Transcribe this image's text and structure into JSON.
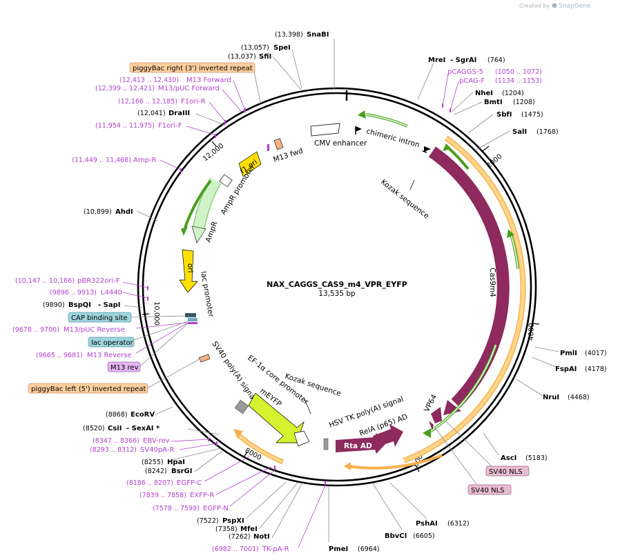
{
  "watermark": {
    "prefix": "Created by",
    "brand": "SnapGene"
  },
  "plasmid": {
    "name": "NAX_CAGGS_CAS9_m4_VPR_EYFP",
    "size": "13,535 bp"
  },
  "ticks": [
    "2000",
    "4000",
    "6000",
    "8000",
    "10,000",
    "12,000"
  ],
  "sites": {
    "snabi": {
      "pos": "(13,398)",
      "name": "SnaBI"
    },
    "spei": {
      "pos": "(13,057)",
      "name": "SpeI"
    },
    "sfii": {
      "pos": "(13,037)",
      "name": "SfiI"
    },
    "drai": {
      "pos": "(12,041)",
      "name": "DraIII"
    },
    "ahdi": {
      "pos": "(10,899)",
      "name": "AhdI"
    },
    "bspqi": {
      "pos": "(9890)",
      "name": "BspQI",
      "name2": "- SapI"
    },
    "ecorv": {
      "pos": "(8868)",
      "name": "EcoRV"
    },
    "csii": {
      "pos": "(8520)",
      "name": "CsiI",
      "name2": "- SexAI *"
    },
    "hpai": {
      "pos": "(8255)",
      "name": "HpaI"
    },
    "bsrgi": {
      "pos": "(8242)",
      "name": "BsrGI"
    },
    "pspxi": {
      "pos": "(7522)",
      "name": "PspXI"
    },
    "mfei": {
      "pos": "(7358)",
      "name": "MfeI"
    },
    "noti": {
      "pos": "(7262)",
      "name": "NotI"
    },
    "pmei": {
      "name": "PmeI",
      "pos": "(6964)"
    },
    "bbvci": {
      "name": "BbvCI",
      "pos": "(6605)"
    },
    "pshai": {
      "name": "PshAI",
      "pos": "(6312)"
    },
    "asci": {
      "name": "AscI",
      "pos": "(5183)"
    },
    "nrui": {
      "name": "NruI",
      "pos": "(4468)"
    },
    "fspai": {
      "name": "FspAI",
      "pos": "(4178)"
    },
    "pmli": {
      "name": "PmlI",
      "pos": "(4017)"
    },
    "sali": {
      "name": "SalI",
      "pos": "(1768)"
    },
    "sbfi": {
      "name": "SbfI",
      "pos": "(1475)"
    },
    "bmti": {
      "name": "BmtI",
      "pos": "(1208)"
    },
    "nhei": {
      "name": "NheI",
      "pos": "(1204)"
    },
    "mrei": {
      "name": "MreI",
      "name2": "- SgrAI",
      "pos": "(764)"
    }
  },
  "primers": {
    "pbr_r": {
      "range": "(12,413 .. 12,430)",
      "name": "M13 Forward"
    },
    "m13puc": {
      "range": "(12,399 .. 12,421)",
      "name": "M13/pUC Forward"
    },
    "f1orir": {
      "range": "(12,166 .. 12,185)",
      "name": "F1ori-R"
    },
    "f1orif": {
      "range": "(11,954 .. 11,975)",
      "name": "F1ori-F"
    },
    "ampr": {
      "range": "(11,449 .. 11,468)",
      "name": "Amp-R"
    },
    "pbr322": {
      "range": "(10,147 .. 10,166)",
      "name": "pBR322ori-F"
    },
    "l4440": {
      "range": "(9896 .. 9913)",
      "name": "L4440"
    },
    "m13pucrev": {
      "range": "(9678 .. 9700)",
      "name": "M13/pUC Reverse"
    },
    "m13rev": {
      "range": "(9665 .. 9681)",
      "name": "M13 Reverse"
    },
    "ebvrev": {
      "range": "(8347 .. 8366)",
      "name": "EBV-rev"
    },
    "sv40par": {
      "range": "(8293 .. 8312)",
      "name": "SV40pA-R"
    },
    "egfpc": {
      "range": "(8186 .. 8207)",
      "name": "EGFP-C"
    },
    "exfpr": {
      "range": "(7839 .. 7858)",
      "name": "EXFP-R"
    },
    "egfpn": {
      "range": "(7578 .. 7599)",
      "name": "EGFP-N"
    },
    "tkpar": {
      "range": "(6982 .. 7001)",
      "name": "TK-pA-R"
    },
    "pcaggs5": {
      "name": "pCAGGS-5",
      "range": "(1050 .. 1072)"
    },
    "pcagf": {
      "name": "pCAG-F",
      "range": "(1134 .. 1153)"
    }
  },
  "boxed": {
    "pbright": "piggyBac right (3') inverted repeat",
    "pbleft": "piggyBac left (5') inverted repeat",
    "cap": "CAP binding site",
    "lacop": "lac operator",
    "m13rev": "M13 rev",
    "sv40nls1": "SV40 NLS",
    "sv40nls2": "SV40 NLS"
  },
  "features": {
    "m13fwd": "M13 fwd",
    "cmv": "CMV enhancer",
    "chimeric": "chimeric intron",
    "kozak1": "Kozak sequence",
    "cas9": "Cas9m4",
    "f1ori": "f1 ori",
    "amprprom": "AmpR promoter",
    "ampr": "AmpR",
    "ori": "ori",
    "lacprom": "lac promoter",
    "sv40polya": "SV40 poly(A) signal",
    "ef1a": "EF-1α core promoter",
    "meyfp": "mEYFP",
    "kozak2": "Kozak sequence",
    "hsvtk": "HSV TK poly(A) signal",
    "rela": "RelA (p65) AD",
    "rta": "Rta AD",
    "vp64": "VP64"
  },
  "colors": {
    "cas9": "#8e2a5e",
    "yellow": "#ffe000",
    "green": "#4a9e1e",
    "orange": "#ffd68a",
    "lightgreen": "#d0f2c8",
    "lime": "#d6f22e",
    "primer": "#b23fcf"
  }
}
